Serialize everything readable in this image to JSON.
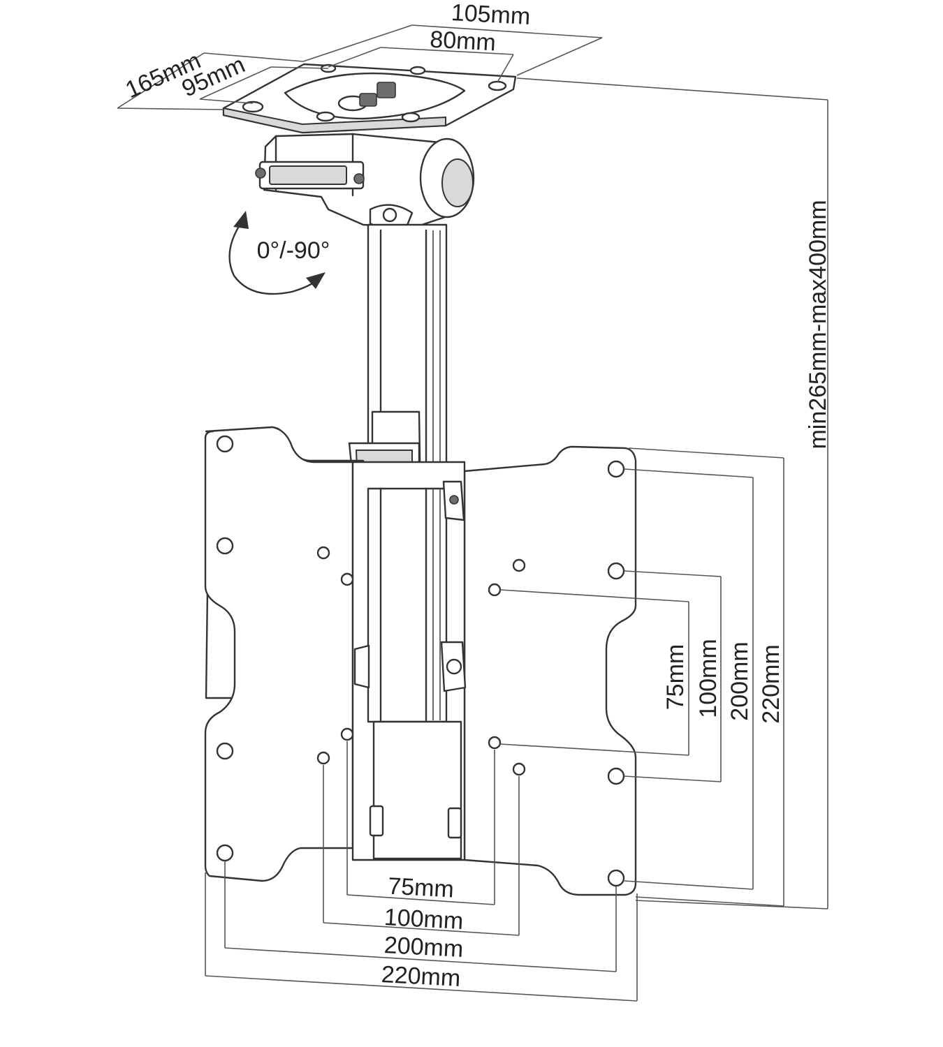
{
  "dimensions": {
    "top_plate_width_outer": "105mm",
    "top_plate_width_inner": "80mm",
    "top_plate_depth_outer": "165mm",
    "top_plate_depth_inner": "95mm",
    "height_range": "min265mm-max400mm",
    "tilt_range": "0°/-90°",
    "vesa_h_75": "75mm",
    "vesa_h_100": "100mm",
    "vesa_h_200": "200mm",
    "vesa_h_220": "220mm",
    "vesa_v_75": "75mm",
    "vesa_v_100": "100mm",
    "vesa_v_200": "200mm",
    "vesa_v_220": "220mm"
  }
}
